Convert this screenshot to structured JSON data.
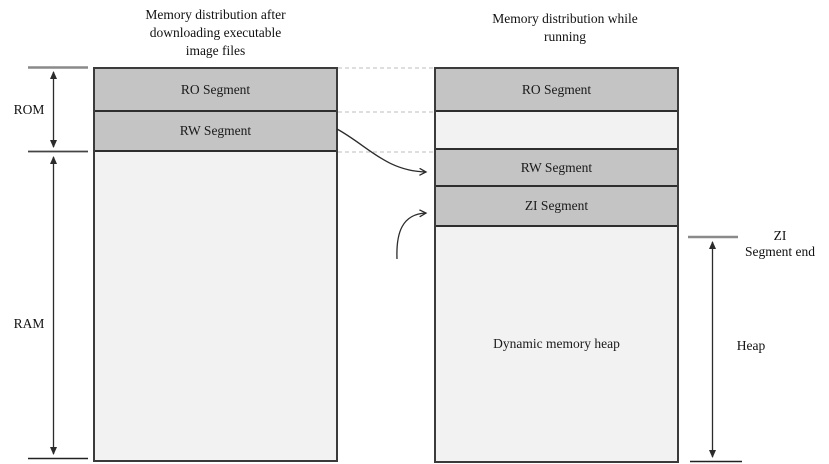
{
  "left_column": {
    "title": "Memory distribution after\ndownloading executable\nimage files",
    "segments": [
      {
        "label": "RO Segment"
      },
      {
        "label": "RW Segment"
      },
      {
        "label": ""
      }
    ]
  },
  "right_column": {
    "title": "Memory distribution while\nrunning",
    "segments": [
      {
        "label": "RO Segment"
      },
      {
        "label": ""
      },
      {
        "label": "RW Segment"
      },
      {
        "label": "ZI Segment"
      },
      {
        "label": "Dynamic memory heap"
      }
    ]
  },
  "side_labels": {
    "rom": "ROM",
    "ram": "RAM",
    "zi_segment_end": "ZI\nSegment end",
    "heap": "Heap"
  },
  "colors": {
    "segment_fill_dark": "#c4c4c4",
    "segment_fill_light": "#f2f2f2",
    "box_border": "#3b3b3b",
    "divider": "#2e2e2e",
    "dashed_guide": "#c9c9c9",
    "tick_gray": "#8a8a8a",
    "arrow": "#2b2b2b"
  }
}
